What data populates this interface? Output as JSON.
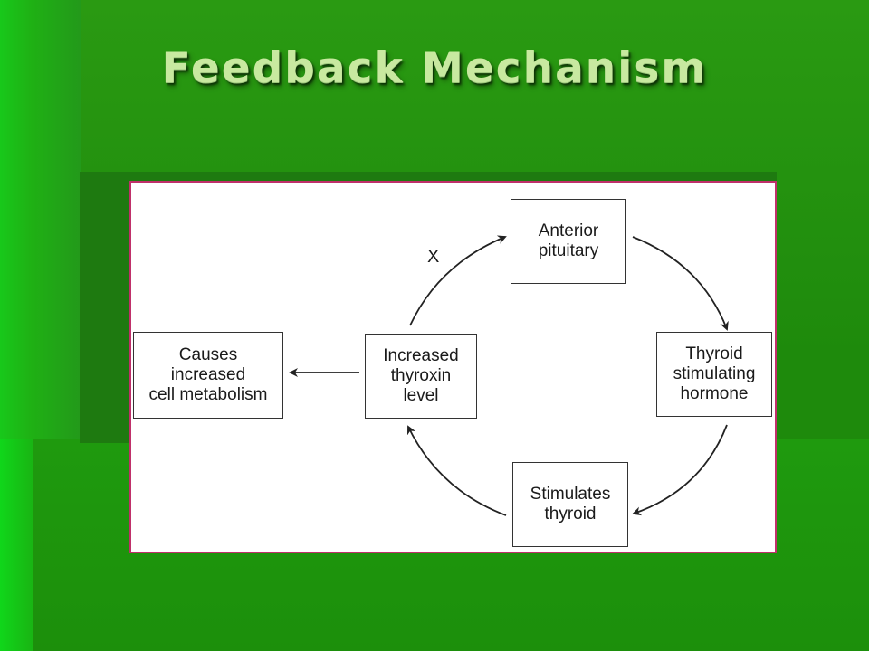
{
  "slide": {
    "title": "Feedback Mechanism"
  },
  "diagram": {
    "nodes": {
      "anterior_pituitary": "Anterior\npituitary",
      "tsh": "Thyroid\nstimulating\nhormone",
      "stimulates_thyroid": "Stimulates\nthyroid",
      "increased_thyroxin": "Increased\nthyroxin\nlevel",
      "cell_metabolism": "Causes\nincreased\ncell metabolism"
    },
    "inhibition_mark": "X"
  },
  "colors": {
    "background": "#1f8e10",
    "title_text": "#c8e9a0",
    "diagram_border": "#c0306a"
  }
}
